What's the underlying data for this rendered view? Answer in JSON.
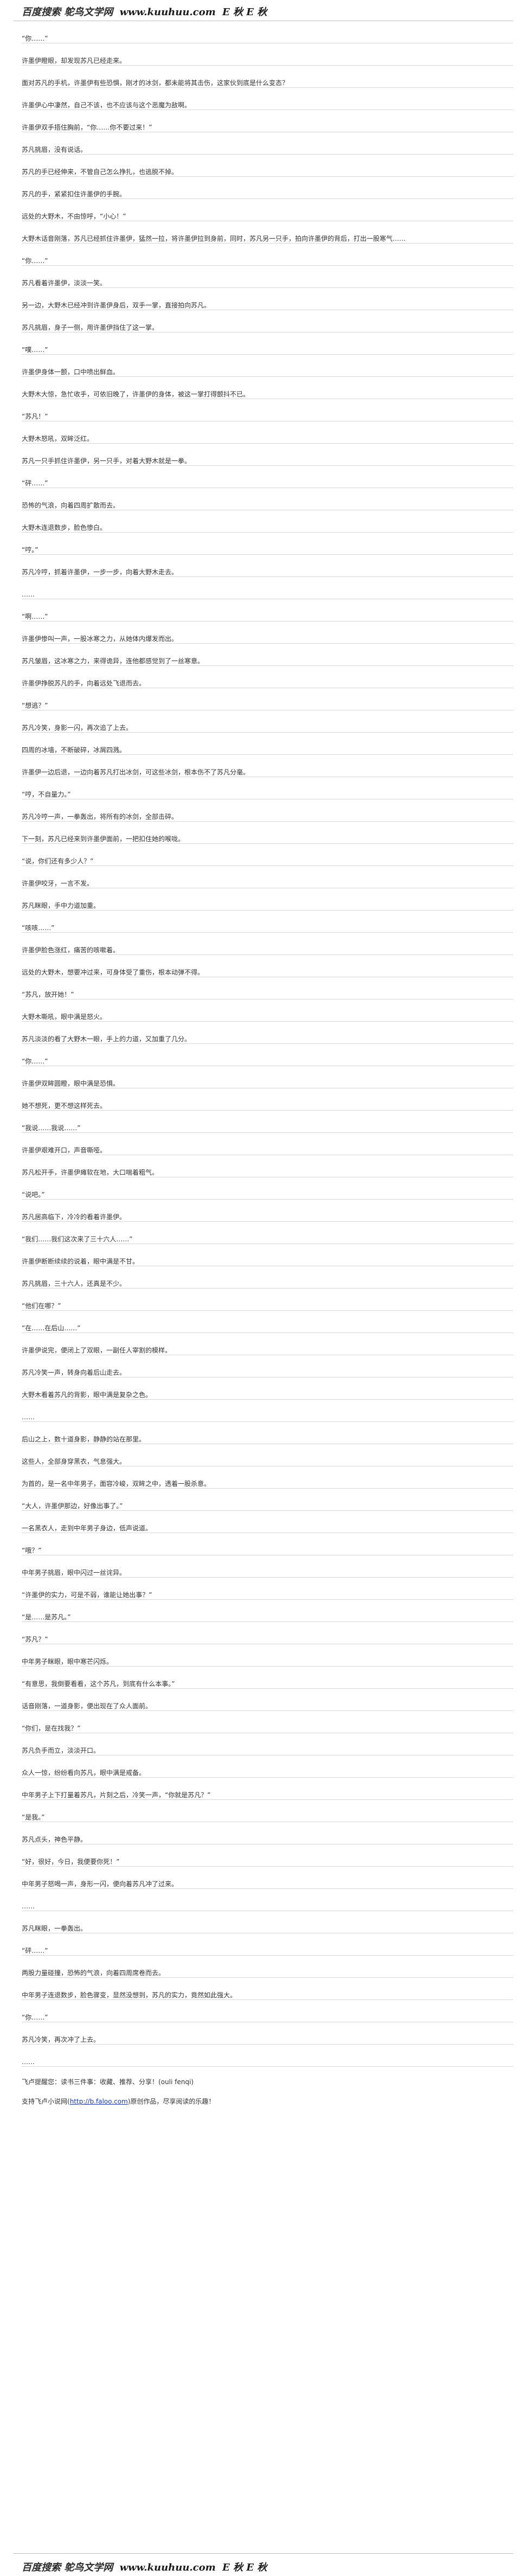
{
  "header": {
    "logo_text": "百度搜索 鸵鸟文学网",
    "site_url": "www.kuuhuu.com",
    "slogan": "E 秋 E 秋"
  },
  "paragraphs": [
    "“你……”",
    "许墨伊瞪眼，却发现苏凡已经走来。",
    "面对苏凡的手机，许墨伊有些恐惧，刚才的冰剑，都未能将其击伤，这家伙到底是什么变态？",
    "许墨伊心中凄然，自己不该，也不应该与这个恶魔为敌啊。",
    "许墨伊双手捂住胸前，“你……你不要过来！”",
    "苏凡挑眉，没有说话。",
    "苏凡的手已经伸来，不管自己怎么挣扎，也逃脱不掉。",
    "苏凡的手，紧紧扣住许墨伊的手腕。",
    "远处的大野木，不由惊呼，“小心！”",
    "大野木话音刚落，苏凡已经抓住许墨伊，猛然一拉，将许墨伊拉到身前，同时，苏凡另一只手，拍向许墨伊的背后，打出一股寒气……",
    "“你……”",
    "苏凡看着许墨伊，淡淡一笑。",
    "另一边，大野木已经冲到许墨伊身后，双手一掌，直接拍向苏凡。",
    "苏凡挑眉，身子一侧，用许墨伊挡住了这一掌。",
    "“噗……”",
    "许墨伊身体一颤，口中喷出鲜血。",
    "大野木大惊，急忙收手，可依旧晚了，许墨伊的身体，被这一掌打得颤抖不已。",
    "“苏凡！”",
    "大野木怒吼，双眸泛红。",
    "苏凡一只手抓住许墨伊，另一只手，对着大野木就是一拳。",
    "“砰……”",
    "恐怖的气浪，向着四周扩散而去。",
    "大野木连退数步，脸色惨白。",
    "“哼。”",
    "苏凡冷哼，抓着许墨伊，一步一步，向着大野木走去。",
    "……",
    "“啊……”",
    "许墨伊惨叫一声，一股冰寒之力，从她体内爆发而出。",
    "苏凡皱眉，这冰寒之力，来得诡异，连他都感觉到了一丝寒意。",
    "许墨伊挣脱苏凡的手，向着远处飞退而去。",
    "“想逃？”",
    "苏凡冷笑，身影一闪，再次追了上去。",
    "四周的冰墙，不断破碎，冰屑四溅。",
    "许墨伊一边后退，一边向着苏凡打出冰剑，可这些冰剑，根本伤不了苏凡分毫。",
    "“哼，不自量力。”",
    "苏凡冷哼一声，一拳轰出，将所有的冰剑，全部击碎。",
    "下一刻，苏凡已经来到许墨伊面前，一把扣住她的喉咙。",
    "“说，你们还有多少人？”",
    "许墨伊咬牙，一言不发。",
    "苏凡眯眼，手中力道加重。",
    "“咳咳……”",
    "许墨伊脸色涨红，痛苦的咳嗽着。",
    "远处的大野木，想要冲过来，可身体受了重伤，根本动弹不得。",
    "“苏凡，放开她！”",
    "大野木嘶吼，眼中满是怒火。",
    "苏凡淡淡的看了大野木一眼，手上的力道，又加重了几分。",
    "“你……”",
    "许墨伊双眸圆瞪，眼中满是恐惧。",
    "她不想死，更不想这样死去。",
    "“我说……我说……”",
    "许墨伊艰难开口，声音嘶哑。",
    "苏凡松开手，许墨伊瘫软在地，大口喘着粗气。",
    "“说吧。”",
    "苏凡居高临下，冷冷的看着许墨伊。",
    "“我们……我们这次来了三十六人……”",
    "许墨伊断断续续的说着，眼中满是不甘。",
    "苏凡挑眉，三十六人，还真是不少。",
    "“他们在哪？”",
    "“在……在后山……”",
    "许墨伊说完，便闭上了双眼，一副任人宰割的模样。",
    "苏凡冷笑一声，转身向着后山走去。",
    "大野木看着苏凡的背影，眼中满是复杂之色。",
    "……",
    "后山之上，数十道身影，静静的站在那里。",
    "这些人，全部身穿黑衣，气息强大。",
    "为首的，是一名中年男子，面容冷峻，双眸之中，透着一股杀意。",
    "“大人，许墨伊那边，好像出事了。”",
    "一名黑衣人，走到中年男子身边，低声说道。",
    "“哦？”",
    "中年男子挑眉，眼中闪过一丝诧异。",
    "“许墨伊的实力，可是不弱，谁能让她出事？”",
    "“是……是苏凡。”",
    "“苏凡？”",
    "中年男子眯眼，眼中寒芒闪烁。",
    "“有意思，我倒要看看，这个苏凡，到底有什么本事。”",
    "话音刚落，一道身影，便出现在了众人面前。",
    "“你们，是在找我？”",
    "苏凡负手而立，淡淡开口。",
    "众人一惊，纷纷看向苏凡，眼中满是戒备。",
    "中年男子上下打量着苏凡，片刻之后，冷笑一声，“你就是苏凡？”",
    "“是我。”",
    "苏凡点头，神色平静。",
    "“好，很好，今日，我便要你死！”",
    "中年男子怒喝一声，身形一闪，便向着苏凡冲了过来。",
    "……",
    "苏凡眯眼，一拳轰出。",
    "“砰……”",
    "两股力量碰撞，恐怖的气浪，向着四周席卷而去。",
    "中年男子连退数步，脸色骤变，显然没想到，苏凡的实力，竟然如此强大。",
    "“你……”",
    "苏凡冷笑，再次冲了上去。",
    "……"
  ],
  "footer": {
    "notice": "飞卢提醒您：读书三件事：收藏、推荐、分享！(ouli fenqi)",
    "link_prefix": "支持飞卢小说网(",
    "link_text": "http://b.faloo.com",
    "link_suffix": ")原创作品，尽享阅读的乐趣！"
  }
}
